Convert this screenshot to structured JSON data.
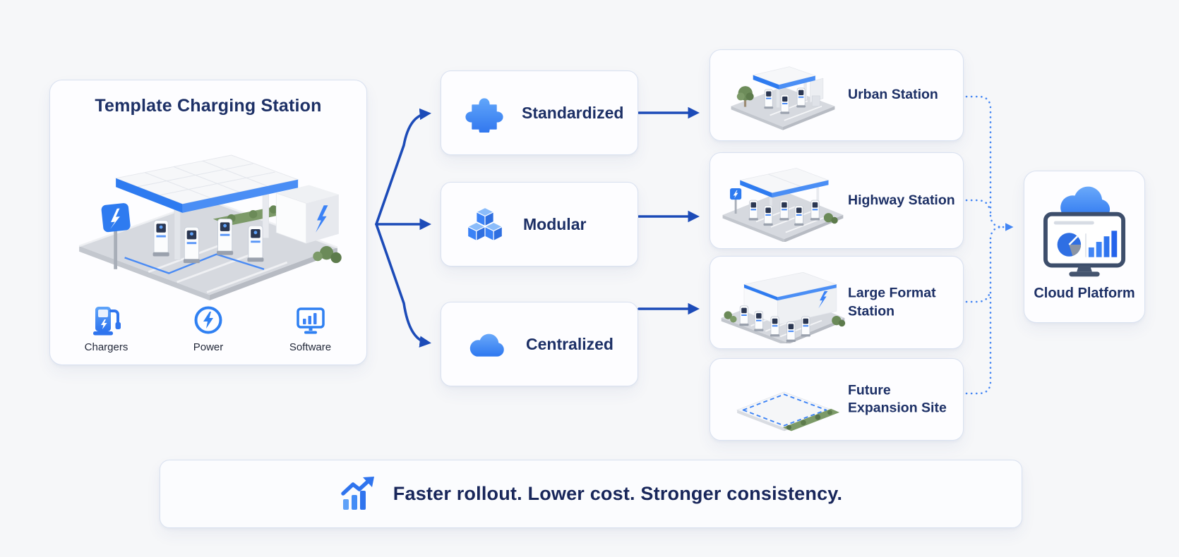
{
  "palette": {
    "accent_blue": "#3b82f6",
    "arrow_blue": "#1c4bb8",
    "dotted_blue": "#4285f4",
    "navy_text": "#1d3066",
    "background": "#f6f7f9"
  },
  "template_panel": {
    "title": "Template Charging Station",
    "illustration": "isometric-charging-station",
    "components": [
      {
        "label": "Chargers",
        "icon": "ev-charger-icon"
      },
      {
        "label": "Power",
        "icon": "power-bolt-icon"
      },
      {
        "label": "Software",
        "icon": "software-monitor-icon"
      }
    ]
  },
  "principles": [
    {
      "label": "Standardized",
      "icon": "puzzle-piece-icon"
    },
    {
      "label": "Modular",
      "icon": "cubes-icon"
    },
    {
      "label": "Centralized",
      "icon": "cloud-icon"
    }
  ],
  "stations": [
    {
      "label": "Urban Station",
      "illustration": "urban-station-scene"
    },
    {
      "label": "Highway Station",
      "illustration": "highway-station-scene"
    },
    {
      "label": "Large Format Station",
      "illustration": "large-format-station-scene"
    },
    {
      "label": "Future Expansion Site",
      "illustration": "future-expansion-site-scene"
    }
  ],
  "cloud_platform": {
    "label": "Cloud Platform",
    "icons": [
      "cloud-icon",
      "analytics-monitor-icon"
    ]
  },
  "banner": {
    "text": "Faster rollout. Lower cost. Stronger consistency.",
    "icon": "growth-chart-icon"
  },
  "connections": {
    "solid_arrows": [
      "template-panel > standardized",
      "template-panel > modular",
      "template-panel > centralized",
      "standardized > urban-station",
      "modular > highway-station",
      "centralized > large-format-station"
    ],
    "dotted_links": [
      "urban-station > cloud-platform",
      "highway-station > cloud-platform",
      "large-format-station > cloud-platform",
      "future-expansion-site > cloud-platform"
    ]
  }
}
